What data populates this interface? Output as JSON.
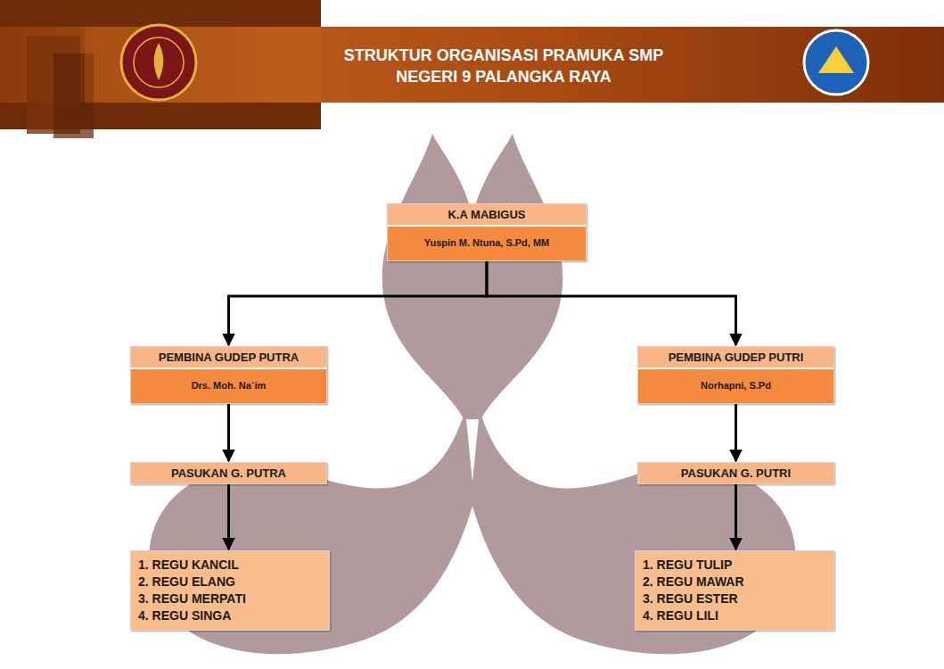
{
  "diagram": {
    "title": "STRUKTUR ORGANISASI PRAMUKA SMP NEGERI 9 PALANGKA RAYA",
    "nodes": [
      {
        "text": [
          "K.A MABIGUS",
          "Yuspin M. Ntuna, S.Pd, MM"
        ]
      },
      {
        "text": [
          "PEMBINA GUDEP PUTRA",
          "Drs. Moh. Na`im"
        ]
      },
      {
        "text": [
          "PEMBINA GUDEP PUTRI",
          "Norhapni, S.Pd"
        ]
      },
      {
        "text": [
          "PASUKAN G. PUTRA"
        ]
      },
      {
        "text": [
          "PASUKAN G. PUTRI"
        ]
      },
      {
        "text": [
          "1. REGU KANCIL",
          "2. REGU ELANG",
          "3. REGU MERPATI",
          "4. REGU SINGA"
        ]
      },
      {
        "text": [
          "1. REGU TULIP",
          "2. REGU MAWAR",
          "3. REGU ESTER",
          "4. REGU LILI"
        ]
      }
    ],
    "edges": [
      {
        "from": 0,
        "to": 1,
        "arrow": "to"
      },
      {
        "from": 0,
        "to": 2,
        "arrow": "to"
      },
      {
        "from": 1,
        "to": 3,
        "arrow": "to"
      },
      {
        "from": 2,
        "to": 4,
        "arrow": "to"
      },
      {
        "from": 3,
        "to": 5,
        "arrow": "to"
      },
      {
        "from": 4,
        "to": 6,
        "arrow": "to"
      }
    ]
  }
}
